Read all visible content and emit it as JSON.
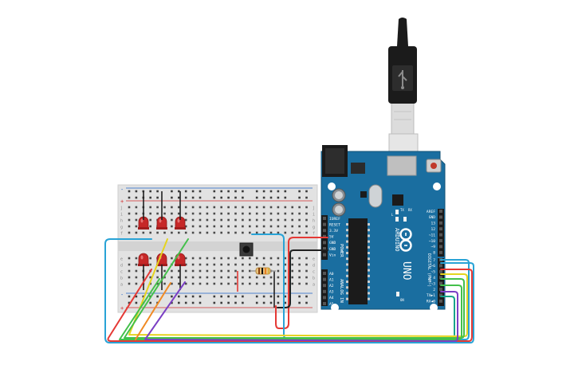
{
  "canvas": {
    "background": "#ffffff"
  },
  "breadboard": {
    "body_color": "#e4e4e4",
    "rail_red": "#d32f2f",
    "rail_blue": "#1e63c8",
    "left_row_letters": [
      "j",
      "i",
      "h",
      "g",
      "f",
      "e",
      "d",
      "c",
      "b",
      "a"
    ],
    "right_row_letters": [
      "j",
      "i",
      "h",
      "g",
      "f",
      "e",
      "d",
      "c",
      "b",
      "a"
    ],
    "rail_symbols": {
      "top_plus": "+",
      "top_minus": "-",
      "bottom_plus": "+",
      "bottom_minus": "-"
    }
  },
  "components": {
    "led_color": "#c62828",
    "led_count": 6,
    "resistor_label": "resistor",
    "pushbutton_label": "pushbutton"
  },
  "usb_cable": {
    "icon": "usb-plug-icon",
    "body_color": "#1b1b1b",
    "cable_color": "#dcdcdc"
  },
  "arduino": {
    "board_color": "#1a6ea0",
    "brand": "ARDUINO",
    "model": "UNO",
    "logo_icon": "infinity-logo-icon",
    "reset_icon": "reset-button-icon",
    "tx_label": "TX",
    "rx_label": "RX",
    "l_label": "L",
    "on_label": "ON",
    "power_header_title": "POWER",
    "analog_header_title": "ANALOG IN",
    "digital_header_title": "DIGITAL (PWM~)",
    "power_pins": [
      "IOREF",
      "RESET",
      "3.3V",
      "5V",
      "GND",
      "GND",
      "Vin"
    ],
    "analog_pins": [
      "A0",
      "A1",
      "A2",
      "A3",
      "A4",
      "A5"
    ],
    "digital_pins_top": [
      "AREF",
      "GND",
      "13",
      "12",
      "~11",
      "~10",
      "~9",
      "8"
    ],
    "digital_pins_bottom": [
      "7",
      "~6",
      "~5",
      "4",
      "~3",
      "2",
      "TX▶1",
      "RX◀0"
    ]
  },
  "wires": {
    "colors": {
      "red": "#e53935",
      "black": "#212121",
      "blue": "#29a3d6",
      "green": "#43c04b",
      "yellow": "#e5d41f",
      "purple": "#7b3fc4",
      "orange": "#f08a24"
    }
  }
}
